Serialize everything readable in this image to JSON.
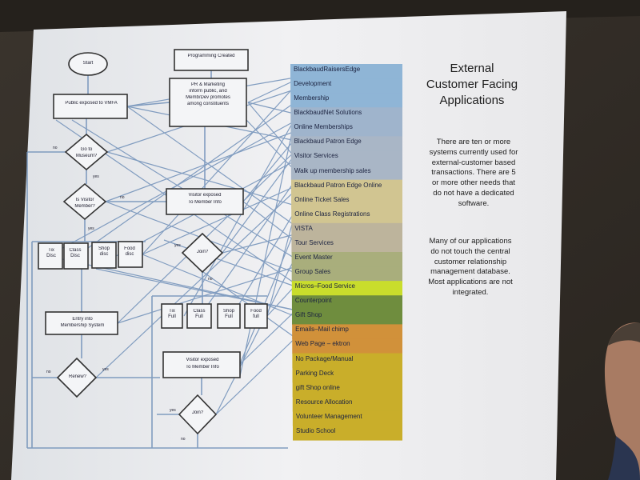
{
  "flowchart": {
    "start": "Start",
    "programming_created": "Programming Created",
    "pr_marketing": [
      "PR & Marketing",
      "inform public, and",
      "Memb/Dev promotes",
      "among constituents"
    ],
    "public_exposed": "Public exposed to VMFA",
    "go_to_museum": [
      "Go to",
      "Museum?"
    ],
    "is_visitor_member": [
      "Is Visitor",
      "Member?"
    ],
    "visitor_exposed_member_info_1": [
      "Visitor exposed",
      "To Member Info"
    ],
    "disc_boxes": [
      [
        "Tix",
        "Disc"
      ],
      [
        "Class",
        "Disc"
      ],
      [
        "Shop",
        "disc"
      ],
      [
        "Food",
        "disc"
      ]
    ],
    "join_1": "Join?",
    "full_boxes": [
      [
        "Tix",
        "Full"
      ],
      [
        "Class",
        "Full"
      ],
      [
        "Shop",
        "Full"
      ],
      [
        "Food",
        "full"
      ]
    ],
    "entry_membership": [
      "Entry into",
      "Membership System"
    ],
    "renew": "Renew?",
    "visitor_exposed_member_info_2": [
      "Visitor exposed",
      "To Member Info"
    ],
    "join_2": "Join?",
    "labels": {
      "no": "no",
      "yes": "yes"
    }
  },
  "applications": [
    {
      "name": "BlackbaudRaisersEdge",
      "color": "#8fb5d6"
    },
    {
      "name": "Development",
      "color": "#8fb5d6"
    },
    {
      "name": "Membership",
      "color": "#8fb5d6"
    },
    {
      "name": "BlackbaudNet Solutions",
      "color": "#9fb4cc"
    },
    {
      "name": "Online Memberships",
      "color": "#9fb4cc"
    },
    {
      "name": "Blackbaud Patron Edge",
      "color": "#a9b6c6"
    },
    {
      "name": "Visitor Services",
      "color": "#a9b6c6"
    },
    {
      "name": "Walk up membership sales",
      "color": "#a9b6c6"
    },
    {
      "name": "Blackbaud Patron Edge Online",
      "color": "#d1c591"
    },
    {
      "name": "Online Ticket Sales",
      "color": "#d1c591"
    },
    {
      "name": "Online Class Registrations",
      "color": "#d1c591"
    },
    {
      "name": "VISTA",
      "color": "#bdb49c"
    },
    {
      "name": "Tour Services",
      "color": "#bdb49c"
    },
    {
      "name": "Event Master",
      "color": "#a9ae7c"
    },
    {
      "name": "Group Sales",
      "color": "#a9ae7c"
    },
    {
      "name": "Micros–Food Service",
      "color": "#c9dd2c"
    },
    {
      "name": "Counterpoint",
      "color": "#6f8d3e"
    },
    {
      "name": "Gift Shop",
      "color": "#6f8d3e"
    },
    {
      "name": "Emails–Mail chimp",
      "color": "#d1913a"
    },
    {
      "name": "Web Page – ektron",
      "color": "#d1913a"
    },
    {
      "name": "No Package/Manual",
      "color": "#c9ae2a"
    },
    {
      "name": "Parking Deck",
      "color": "#c9ae2a"
    },
    {
      "name": "gift Shop online",
      "color": "#c9ae2a"
    },
    {
      "name": "Resource Allocation",
      "color": "#c9ae2a"
    },
    {
      "name": "Volunteer Management",
      "color": "#c9ae2a"
    },
    {
      "name": "Studio School",
      "color": "#c9ae2a"
    }
  ],
  "title_lines": [
    "External",
    "Customer Facing",
    "Applications"
  ],
  "paragraph1_lines": [
    "There are ten or more",
    "systems currently used for",
    "external-customer based",
    "transactions.  There are 5",
    "or more other needs that",
    "do not have a dedicated",
    "software."
  ],
  "paragraph2_lines": [
    "Many of our applications",
    "do not touch the  central",
    "customer relationship",
    "management database.",
    "Most applications are not",
    "integrated."
  ],
  "colors": {
    "slide_bg": "#eeeff2",
    "room_bg": "#2e2a25",
    "flow_line": "#6f8fb8",
    "box_border": "#333333"
  }
}
